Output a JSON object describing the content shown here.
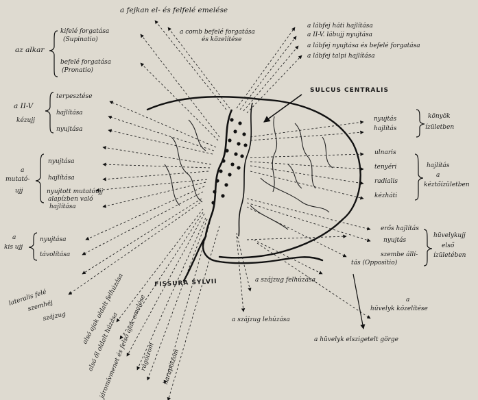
{
  "top": {
    "head_raise": "a fejkan el- és felfelé emelése",
    "thigh_rotation": "a comb befelé forgatása",
    "thigh_adduction": "és közelítése",
    "foot_back_flexion": "a lábfej háti hajlítása",
    "toes_extension": "a II-V. lábujj nyujtása",
    "foot_rotation": "a lábfej nyujtása és befelé forgatása",
    "foot_sole_flexion": "a lábfej talpi hajlítása"
  },
  "left": {
    "forearm_title": "az alkar",
    "supination": "kifelé forgatása",
    "supination_latin": "(Supinatio)",
    "pronation": "befelé forgatása",
    "pronation_latin": "(Pronatio)",
    "fingers_title_1": "a II-V",
    "fingers_title_2": "kézujj",
    "fingers_spread": "terpesztése",
    "fingers_flex": "hajlítása",
    "fingers_extend": "nyujtása",
    "index_title_1": "a",
    "index_title_2": "mutató-",
    "index_title_3": "ujj",
    "index_extend": "nyujtása",
    "index_flex": "hajlítása",
    "index_base_1": "nyujtott mutatóujj",
    "index_base_2": "alapízben való",
    "index_base_3": "hajlítása",
    "little_title_1": "a",
    "little_title_2": "kis ujj",
    "little_extend": "nyujtása",
    "little_spread": "távolítása",
    "mouth_side_1": "lateralis felé",
    "mouth_side_2": "szemhéj",
    "mouth_side_3": "szájzug"
  },
  "bottom": {
    "fissura": "FISSURA SYLVII",
    "lower_jaw_lower": "alsó ajak oldalt felhúzása",
    "lower_lip_side": "alsó ől oldalt húzása",
    "jaw_joint": "járomívmenet és felső ajak emelése",
    "jaw_lift": "rágóizom",
    "bite": "harapóizom",
    "mouth_corner_up": "a szájzug felhúzása",
    "mouth_corner_down": "a szájzug lehúzása",
    "thumb_adduct_1": "a",
    "thumb_adduct_2": "hüvelyk közelítése",
    "thumb_isolated": "a hüvelyk elszigetelt görge"
  },
  "right": {
    "sulcus": "SULCUS CENTRALIS",
    "elbow_extend": "nyujtás",
    "elbow_flex": "hajlítás",
    "elbow_title_1": "könyök",
    "elbow_title_2": "ízületben",
    "wrist_ulnar": "ulnaris",
    "wrist_palm": "tenyéri",
    "wrist_radial": "radialis",
    "wrist_dorsal": "kézháti",
    "wrist_title_1": "hajlítás",
    "wrist_title_2": "a",
    "wrist_title_3": "kéztőízületben",
    "thumb_strong_flex": "erős hajlítás",
    "thumb_extend": "nyujtás",
    "thumb_oppose_1": "szembe állí-",
    "thumb_oppose_2": "tás (Oppositio)",
    "thumb_title_1": "hüvelykujj",
    "thumb_title_2": "első",
    "thumb_title_3": "ízületében"
  }
}
